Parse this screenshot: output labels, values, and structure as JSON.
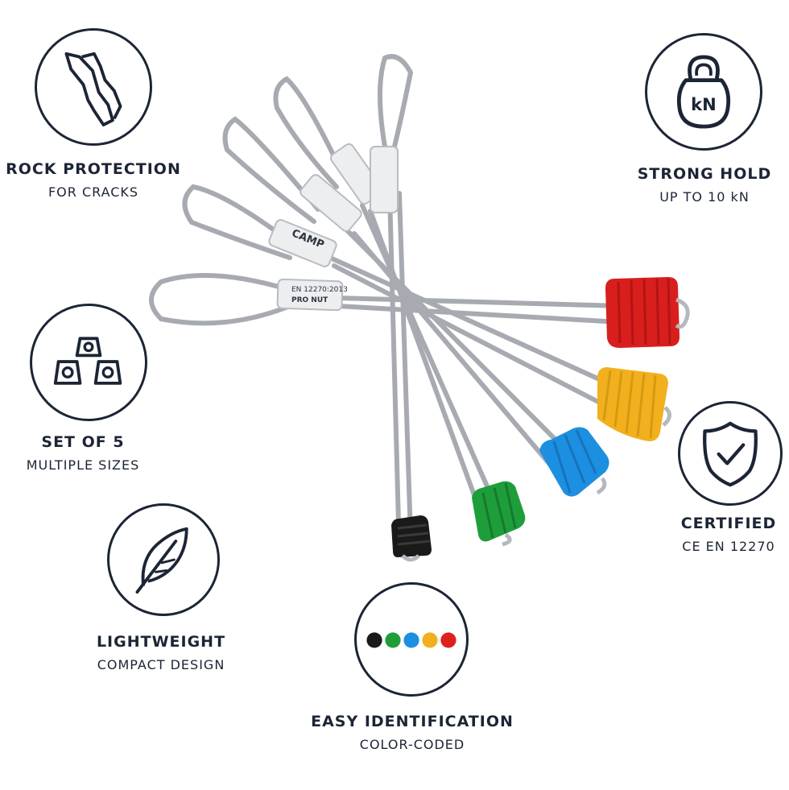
{
  "features": [
    {
      "id": "rock",
      "title": "ROCK PROTECTION",
      "subtitle": "FOR CRACKS",
      "icon": "rock-crack-icon"
    },
    {
      "id": "strong",
      "title": "STRONG HOLD",
      "subtitle": "UP TO 10 kN",
      "icon": "kettlebell-icon",
      "icon_text": "kN"
    },
    {
      "id": "set",
      "title": "SET OF 5",
      "subtitle": "MULTIPLE SIZES",
      "icon": "nut-set-icon"
    },
    {
      "id": "certified",
      "title": "CERTIFIED",
      "subtitle": "CE EN 12270",
      "icon": "shield-check-icon"
    },
    {
      "id": "light",
      "title": "LIGHTWEIGHT",
      "subtitle": "COMPACT DESIGN",
      "icon": "feather-icon"
    },
    {
      "id": "easy",
      "title": "EASY IDENTIFICATION",
      "subtitle": "COLOR-CODED",
      "icon": "color-dots-icon"
    }
  ],
  "colors": {
    "ink": "#1c2535",
    "nuts": [
      "#1a1a1a",
      "#1e9e3a",
      "#1d8fe0",
      "#f2b01e",
      "#e0201e"
    ]
  },
  "product": {
    "brand": "CAMP",
    "label_lines": [
      "PRO NUT",
      "EN 12270:2013"
    ]
  }
}
